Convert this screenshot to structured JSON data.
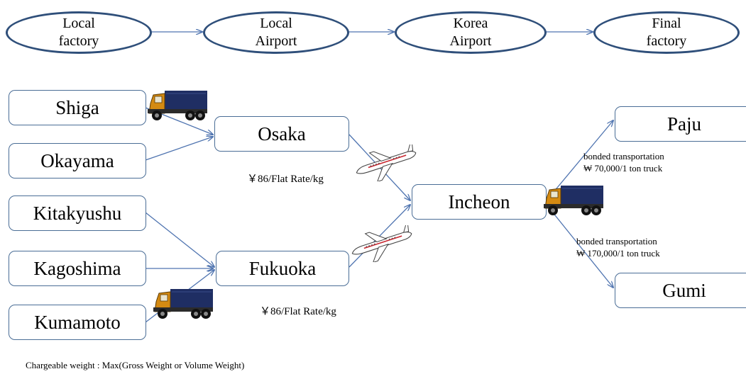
{
  "flow_header": {
    "steps": [
      {
        "label": "Local\nfactory"
      },
      {
        "label": "Local\nAirport"
      },
      {
        "label": "Korea\nAirport"
      },
      {
        "label": "Final\nfactory"
      }
    ]
  },
  "origins": {
    "shiga": "Shiga",
    "okayama": "Okayama",
    "kitakyushu": "Kitakyushu",
    "kagoshima": "Kagoshima",
    "kumamoto": "Kumamoto"
  },
  "airports": {
    "osaka": "Osaka",
    "fukuoka": "Fukuoka",
    "incheon": "Incheon"
  },
  "destinations": {
    "paju": "Paju",
    "gumi": "Gumi"
  },
  "rates": {
    "osaka_rate": "￥86/Flat Rate/kg",
    "fukuoka_rate": "￥86/Flat Rate/kg",
    "paju_line1": "bonded transportation",
    "paju_line2": "₩ 70,000/1 ton truck",
    "gumi_line1": "bonded transportation",
    "gumi_line2": "₩ 170,000/1 ton truck"
  },
  "footer": {
    "note": "Chargeable weight : Max(Gross Weight or Volume Weight)"
  },
  "icons": [
    "truck-icon",
    "airplane-icon"
  ],
  "colors": {
    "outline": "#2f4f7a",
    "arrow": "#4f74b0",
    "truck_body": "#1f2e63",
    "truck_cab": "#d48a12"
  }
}
